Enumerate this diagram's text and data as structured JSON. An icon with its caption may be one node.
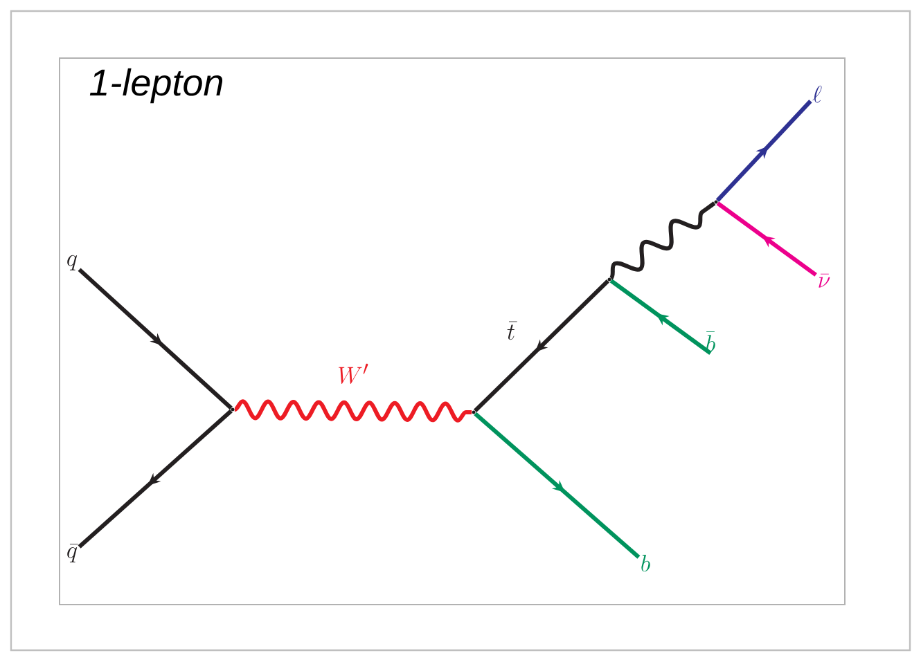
{
  "diagram": {
    "title": "1-lepton",
    "nodes": [
      {
        "text": [
          "q"
        ]
      },
      {
        "text": [
          "\\bar{q}"
        ]
      },
      {
        "text": [],
        "shape": "vertex"
      },
      {
        "text": [],
        "shape": "vertex"
      },
      {
        "text": [],
        "shape": "vertex"
      },
      {
        "text": [
          "b"
        ]
      },
      {
        "text": [
          "\\bar{b}"
        ]
      },
      {
        "text": [],
        "shape": "vertex"
      },
      {
        "text": [
          "\\ell"
        ]
      },
      {
        "text": [
          "\\bar{\\nu}"
        ]
      }
    ],
    "edges": [
      {
        "from": 0,
        "to": 2,
        "arrow": "to"
      },
      {
        "from": 2,
        "to": 1,
        "arrow": "to"
      },
      {
        "from": 2,
        "to": 3,
        "arrow": "none",
        "color": "#ed1c24",
        "label": "W'"
      },
      {
        "from": 4,
        "to": 3,
        "arrow": "to",
        "label": "\\bar{t}"
      },
      {
        "from": 3,
        "to": 5,
        "arrow": "to",
        "color": "#00935d"
      },
      {
        "from": 6,
        "to": 4,
        "arrow": "to",
        "color": "#00935d"
      },
      {
        "from": 4,
        "to": 7,
        "arrow": "none"
      },
      {
        "from": 7,
        "to": 8,
        "arrow": "to",
        "color": "#2e3192"
      },
      {
        "from": 9,
        "to": 7,
        "arrow": "to",
        "color": "#ec008c"
      }
    ]
  }
}
